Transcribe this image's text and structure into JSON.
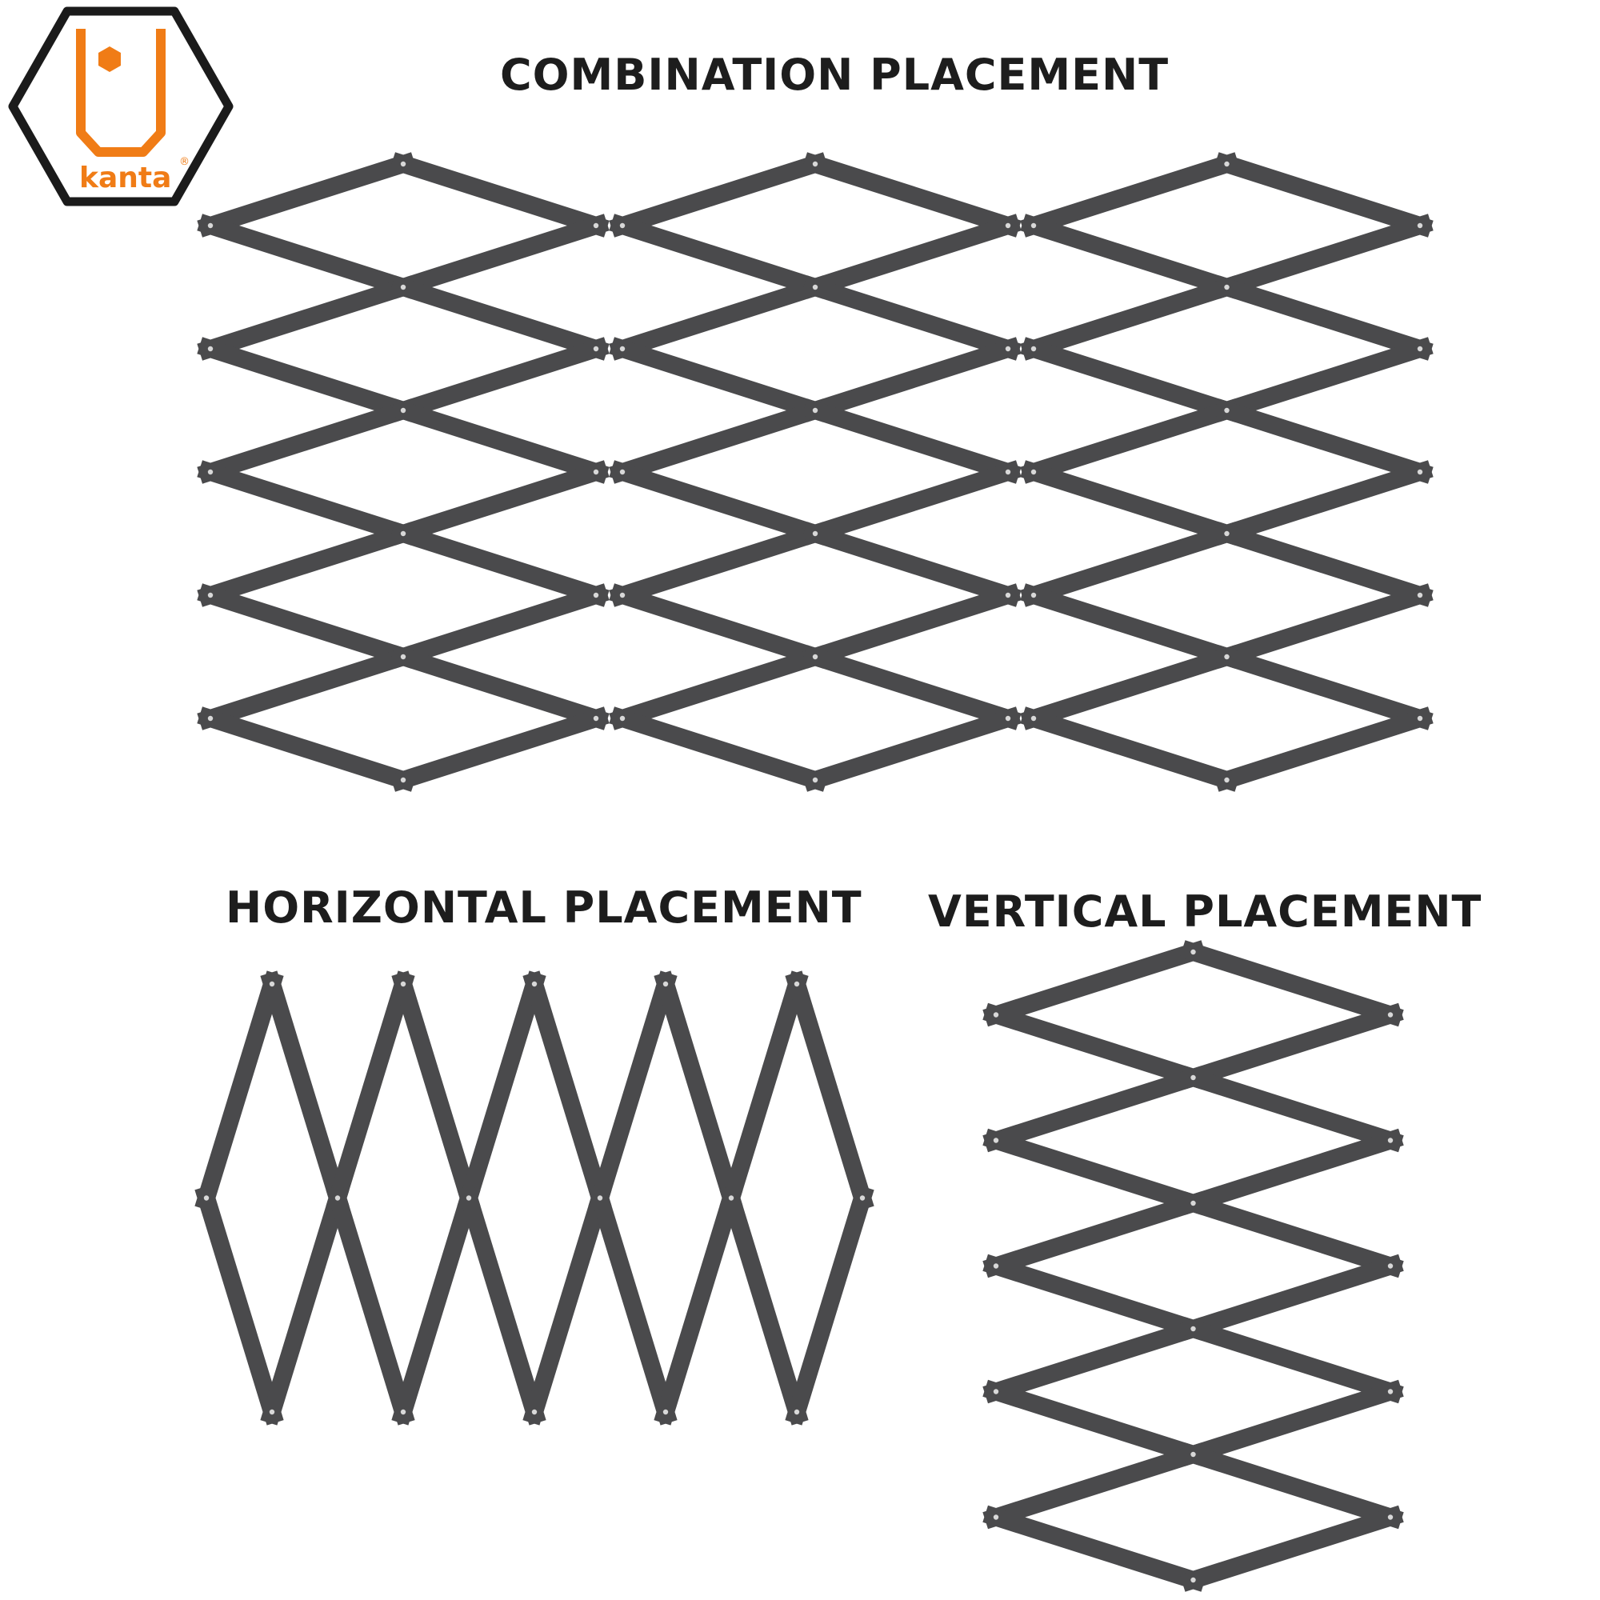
{
  "brand": {
    "name": "kanta",
    "registered_mark": "®",
    "logo_color": "#f07c16",
    "outline_color": "#1b1b1b"
  },
  "headings": {
    "combination": "COMBINATION PLACEMENT",
    "horizontal": "HORIZONTAL PLACEMENT",
    "vertical": "VERTICAL PLACEMENT"
  },
  "trellis": {
    "color": "#4a4a4c",
    "pin_color": "#d8d8d8",
    "material": "expandable trellis",
    "combination_panel_count": 3,
    "panel_diamond_rows": 5
  }
}
